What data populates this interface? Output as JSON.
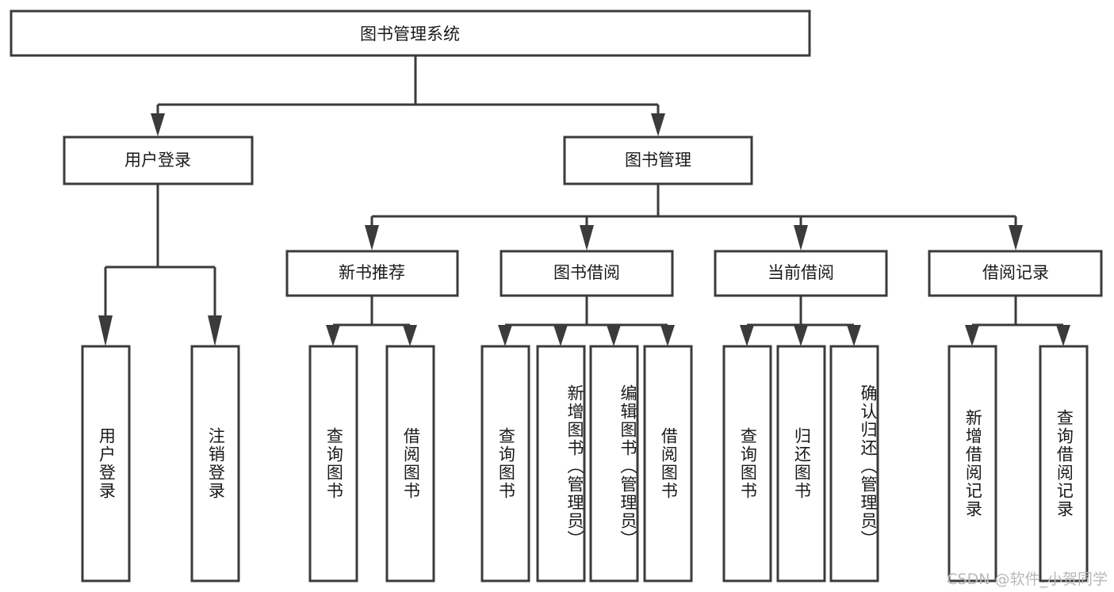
{
  "diagram": {
    "title": "图书管理系统",
    "type": "tree",
    "watermark": "CSDN @软件_小贺同学",
    "colors": {
      "stroke": "#3b3b3b",
      "box_fill": "#ffffff",
      "text": "#1a1a1a",
      "watermark": "#b8b8b8",
      "background": "#ffffff"
    },
    "root": {
      "label": "图书管理系统"
    },
    "level2": [
      {
        "label": "用户登录"
      },
      {
        "label": "图书管理"
      }
    ],
    "level3": [
      {
        "label": "新书推荐"
      },
      {
        "label": "图书借阅"
      },
      {
        "label": "当前借阅"
      },
      {
        "label": "借阅记录"
      }
    ],
    "leaves": {
      "user_login": [
        {
          "label": "用户登录"
        },
        {
          "label": "注销登录"
        }
      ],
      "new_book_recommend": [
        {
          "label": "查询图书"
        },
        {
          "label": "借阅图书"
        }
      ],
      "book_borrow": [
        {
          "label": "查询图书"
        },
        {
          "label": "新增图书（管理员）"
        },
        {
          "label": "编辑图书（管理员）"
        },
        {
          "label": "借阅图书"
        }
      ],
      "current_borrow": [
        {
          "label": "查询图书"
        },
        {
          "label": "归还图书"
        },
        {
          "label": "确认归还（管理员）"
        }
      ],
      "borrow_record": [
        {
          "label": "新增借阅记录"
        },
        {
          "label": "查询借阅记录"
        }
      ]
    }
  }
}
